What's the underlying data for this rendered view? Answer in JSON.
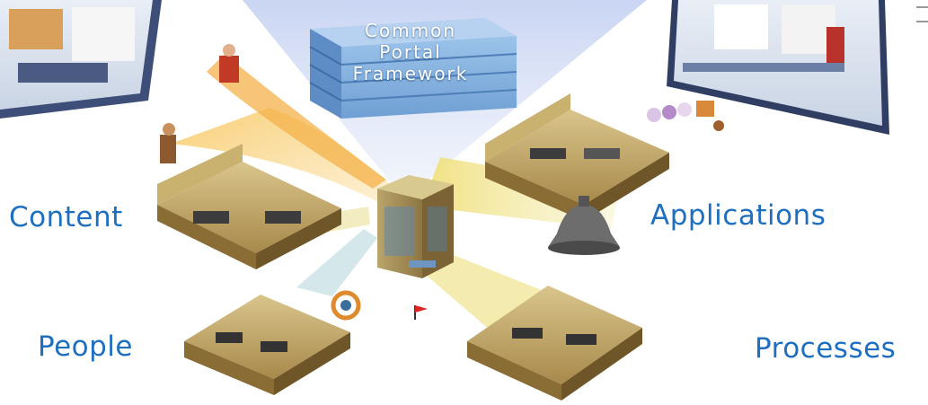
{
  "portal": {
    "line1": "Common",
    "line2": "Portal",
    "line3": "Framework"
  },
  "labels": {
    "content": "Content",
    "applications": "Applications",
    "people": "People",
    "processes": "Processes"
  },
  "colors": {
    "label_text": "#1f6fc0",
    "portal_stack": "#86b4e0",
    "light_cone": "#c9d6f3",
    "beam_yellow": "#f2e6a0",
    "beam_orange": "#f4b24a",
    "room_floor": "#b59a5a"
  }
}
